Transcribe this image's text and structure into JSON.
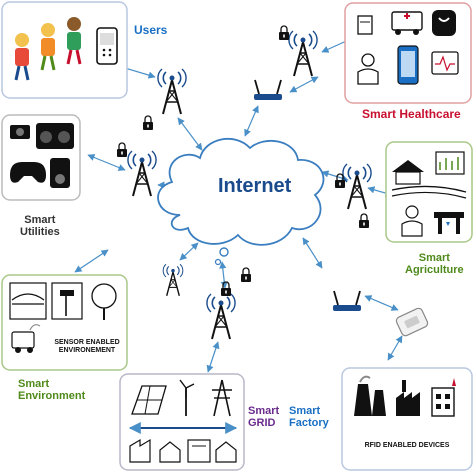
{
  "center": {
    "label": "Internet"
  },
  "nodes": {
    "users": {
      "label": "Users"
    },
    "healthcare": {
      "label": "Smart  Healthcare"
    },
    "utilities": {
      "line1": "Smart",
      "line2": "Utilities"
    },
    "agriculture": {
      "line1": "Smart",
      "line2": "Agriculture"
    },
    "environment": {
      "line1": "Smart",
      "line2": "Environment",
      "caption_line1": "SENSOR ENABLED",
      "caption_line2": "ENVIRONEMENT"
    },
    "grid": {
      "line1": "Smart",
      "line2": "GRID"
    },
    "factory": {
      "line1": "Smart",
      "line2": "Factory",
      "caption": "RFID ENABLED DEVICES"
    }
  },
  "colors": {
    "users": "#1a6fc4",
    "healthcare": "#c8102e",
    "utilities": "#333333",
    "agriculture": "#4f8a1a",
    "environment": "#4f8a1a",
    "grid": "#6a2c8c",
    "factory": "#1a6fc4",
    "internet": "#1a4b8c",
    "link": "#4a90c8"
  }
}
